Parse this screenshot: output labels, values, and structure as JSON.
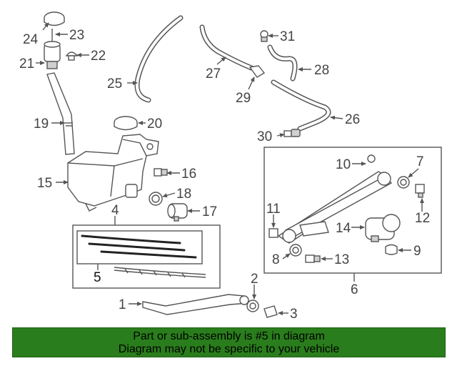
{
  "callouts": {
    "c1": "1",
    "c2": "2",
    "c3": "3",
    "c4": "4",
    "c5": "5",
    "c6": "6",
    "c7": "7",
    "c8": "8",
    "c9": "9",
    "c10": "10",
    "c11": "11",
    "c12": "12",
    "c13": "13",
    "c14": "14",
    "c15": "15",
    "c16": "16",
    "c17": "17",
    "c18": "18",
    "c19": "19",
    "c20": "20",
    "c21": "21",
    "c22": "22",
    "c23": "23",
    "c24": "24",
    "c25": "25",
    "c26": "26",
    "c27": "27",
    "c28": "28",
    "c29": "29",
    "c30": "30",
    "c31": "31"
  },
  "footer": {
    "line1": "Part or sub-assembly is #5 in diagram",
    "line2": "Diagram may not be specific to your vehicle"
  },
  "colors": {
    "footer_bg": "#2a7d1c",
    "line": "#555555"
  }
}
